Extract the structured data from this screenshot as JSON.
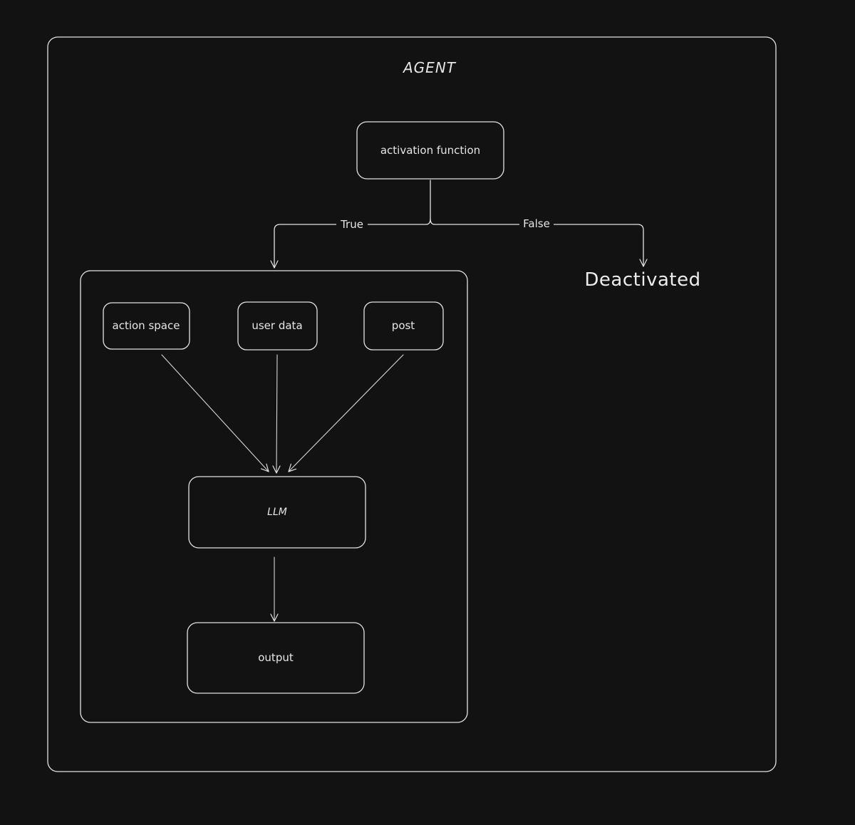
{
  "diagram": {
    "agent_title": "AGENT",
    "activation_function": "activation function",
    "edge_true": "True",
    "edge_false": "False",
    "deactivated": "Deactivated",
    "inputs": {
      "action_space": "action space",
      "user_data": "user data",
      "post": "post"
    },
    "llm": "LLM",
    "output": "output"
  },
  "colors": {
    "background": "#121212",
    "stroke": "#e3e3e3",
    "text": "#e6e6e6"
  }
}
